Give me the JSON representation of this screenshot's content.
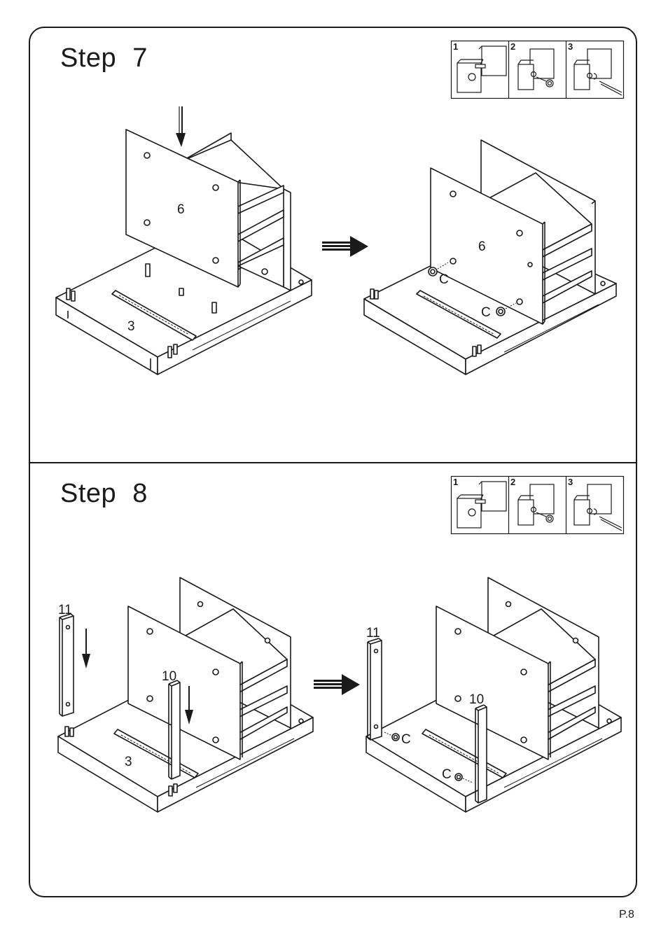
{
  "steps": [
    {
      "title": "Step  7",
      "legend": [
        "1",
        "2",
        "3"
      ],
      "before_labels": {
        "panel": "6",
        "base": "3"
      },
      "after_labels": {
        "panel": "6",
        "cam_a": "C",
        "cam_b": "C"
      }
    },
    {
      "title": "Step  8",
      "legend": [
        "1",
        "2",
        "3"
      ],
      "before_labels": {
        "strip_left": "11",
        "strip_mid": "10",
        "base": "3"
      },
      "after_labels": {
        "strip_left": "11",
        "strip_mid": "10",
        "cam_a": "C",
        "cam_b": "C"
      }
    }
  ],
  "page_number": "P.8",
  "colors": {
    "line": "#1a1a1a",
    "paper": "#ffffff",
    "fill_light": "#f2f2f2"
  },
  "icons": [
    "down-arrow-icon",
    "right-arrow-icon",
    "cam-lock-icon",
    "screwdriver-icon",
    "dowel-icon"
  ]
}
